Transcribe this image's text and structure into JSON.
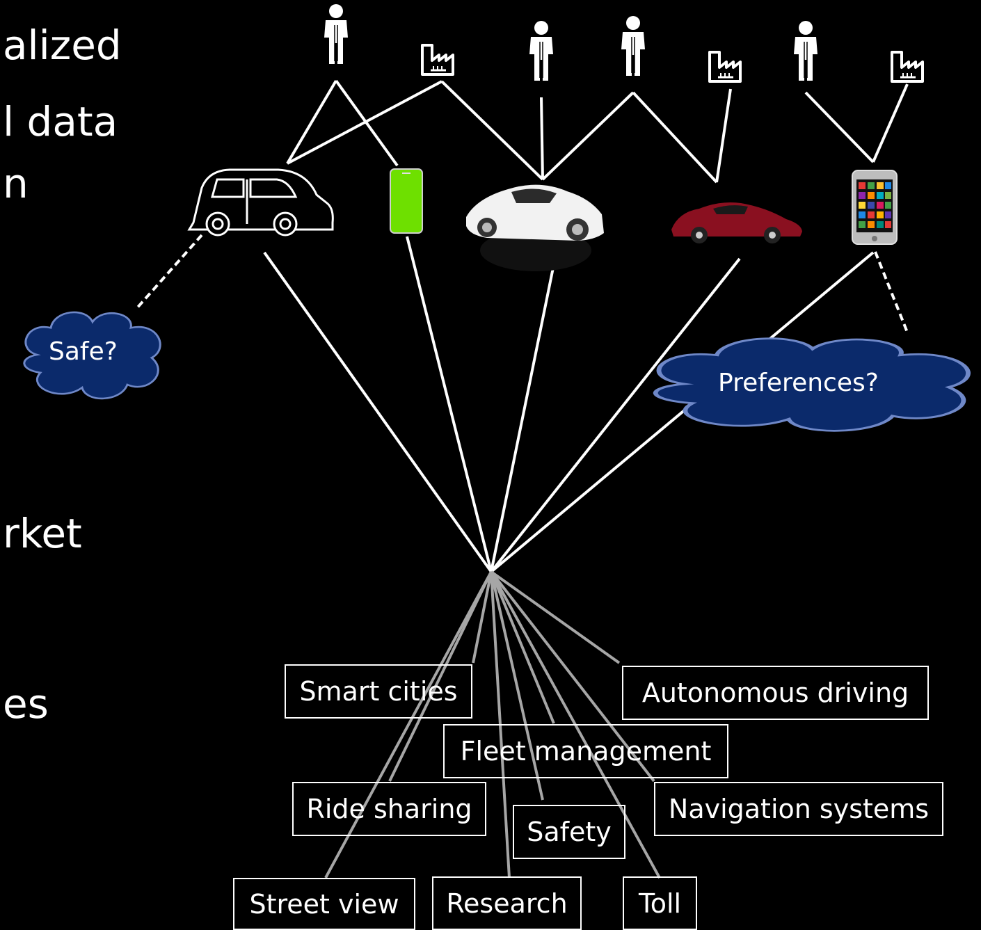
{
  "slide_fragments": [
    "alized",
    "l data",
    "n",
    "rket",
    "es"
  ],
  "clouds": {
    "safe": "Safe?",
    "preferences": "Preferences?"
  },
  "applications": {
    "smart_cities": "Smart cities",
    "autonomous_driving": "Autonomous driving",
    "fleet_management": "Fleet management",
    "ride_sharing": "Ride sharing",
    "safety": "Safety",
    "navigation_systems": "Navigation systems",
    "street_view": "Street view",
    "research": "Research",
    "toll": "Toll"
  },
  "colors": {
    "background": "#000000",
    "lines": "#ffffff",
    "app_lines": "#a6a6a6",
    "cloud_fill": "#0b2a6b",
    "cloud_stroke": "#6f88c8",
    "phone_screen": "#6ee000",
    "car_body": "#f2f2f2",
    "classic_car": "#8a1020"
  },
  "icons": [
    "person-icon",
    "factory-icon",
    "car-outline-icon",
    "phone-icon",
    "white-car-icon",
    "red-classic-car-icon",
    "smartphone-apps-icon",
    "cloud-icon"
  ]
}
